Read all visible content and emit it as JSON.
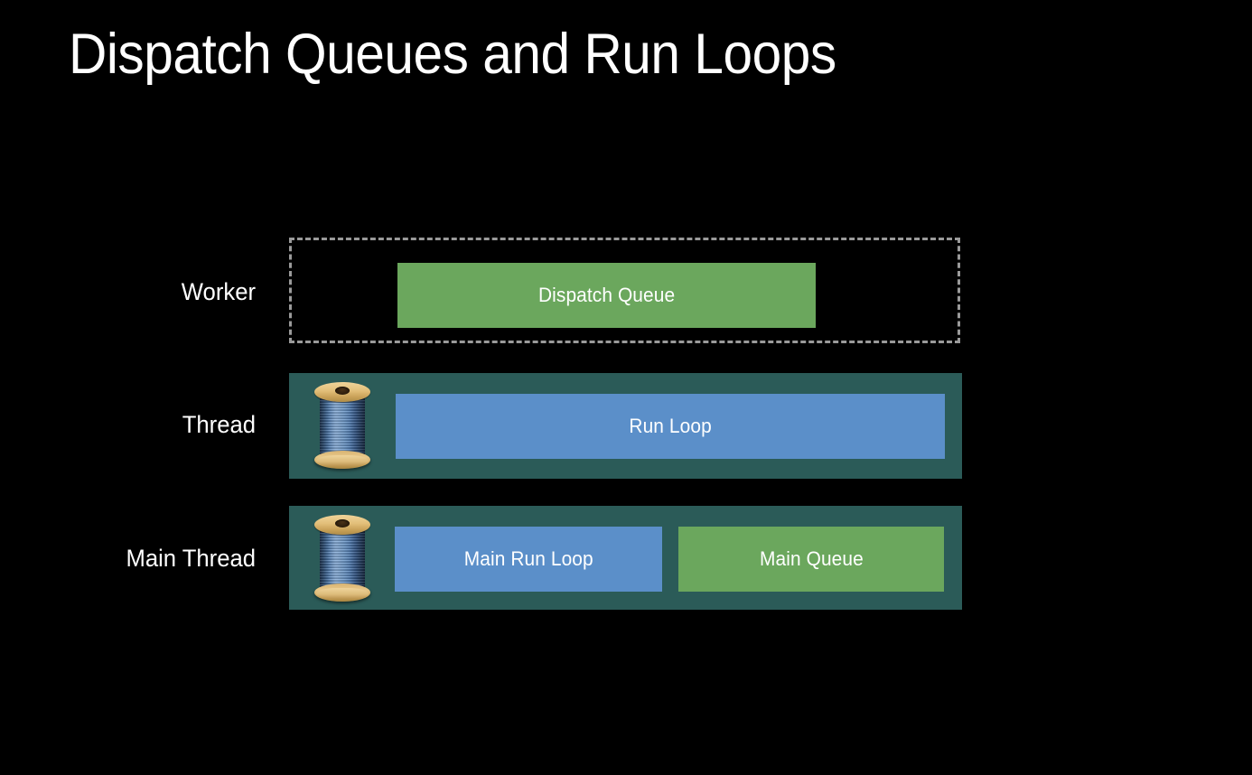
{
  "slide": {
    "title": "Dispatch Queues and Run Loops",
    "background_color": "#000000"
  },
  "diagram": {
    "rows": [
      {
        "label": "Worker",
        "container_style": "dashed-outline",
        "container_border_color": "#9a9a9a",
        "boxes": [
          {
            "label": "Dispatch Queue",
            "color": "#6ba75d",
            "kind": "queue"
          }
        ],
        "has_spool": false
      },
      {
        "label": "Thread",
        "container_style": "solid-teal",
        "container_color": "#2b5b58",
        "boxes": [
          {
            "label": "Run Loop",
            "color": "#5b8fc9",
            "kind": "runloop"
          }
        ],
        "has_spool": true
      },
      {
        "label": "Main Thread",
        "container_style": "solid-teal",
        "container_color": "#2b5b58",
        "boxes": [
          {
            "label": "Main Run Loop",
            "color": "#5b8fc9",
            "kind": "runloop"
          },
          {
            "label": "Main Queue",
            "color": "#6ba75d",
            "kind": "queue"
          }
        ],
        "has_spool": true
      }
    ]
  }
}
